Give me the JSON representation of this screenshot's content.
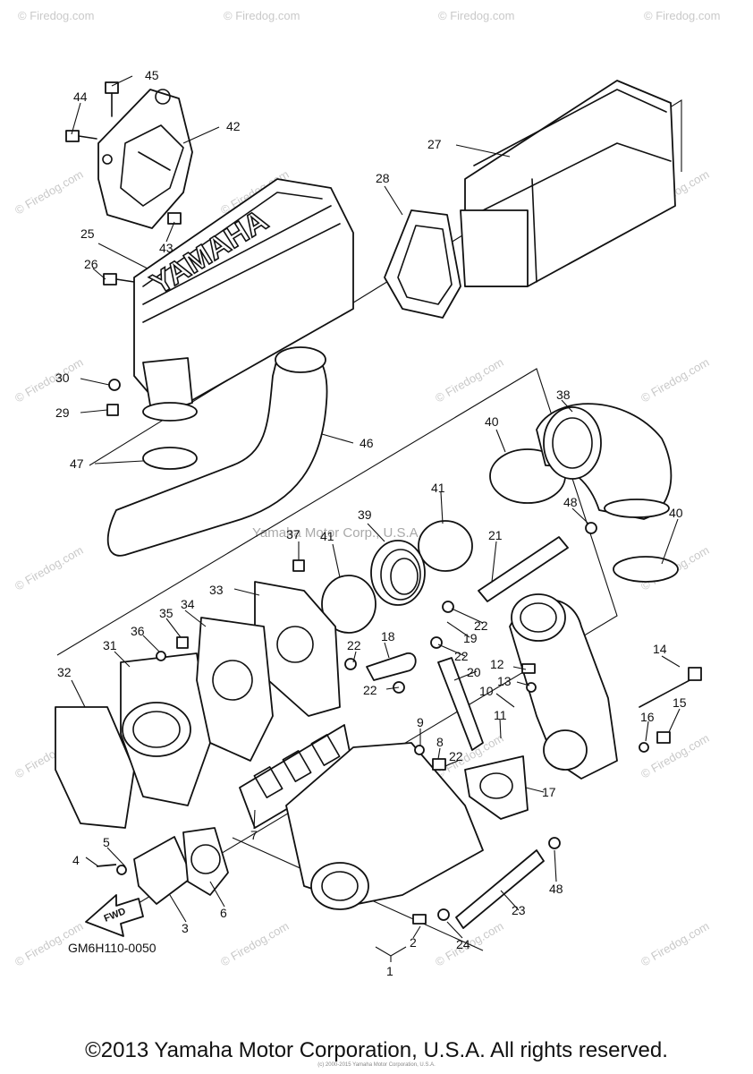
{
  "brand_text": "YAMAHA",
  "drawing_code": "GM6H110-0050",
  "arrow_label": "FWD",
  "ghost_text": "Yamaha Motor Corp., U.S.A.",
  "fine_print": "(c) 2000-2015 Yamaha Motor Corporation, U.S.A.",
  "copyright": "©2013 Yamaha Motor Corporation, U.S.A. All rights reserved.",
  "watermark": "© Firedog.com",
  "callouts": [
    "1",
    "2",
    "3",
    "4",
    "5",
    "6",
    "7",
    "8",
    "9",
    "10",
    "11",
    "12",
    "13",
    "14",
    "15",
    "16",
    "17",
    "18",
    "19",
    "20",
    "21",
    "22",
    "23",
    "24",
    "25",
    "26",
    "27",
    "28",
    "29",
    "30",
    "31",
    "32",
    "33",
    "34",
    "35",
    "36",
    "37",
    "38",
    "39",
    "40",
    "41",
    "42",
    "43",
    "44",
    "45",
    "46",
    "47",
    "48"
  ],
  "callout_22": "22",
  "callout_40": "40",
  "callout_41": "41",
  "callout_48": "48"
}
